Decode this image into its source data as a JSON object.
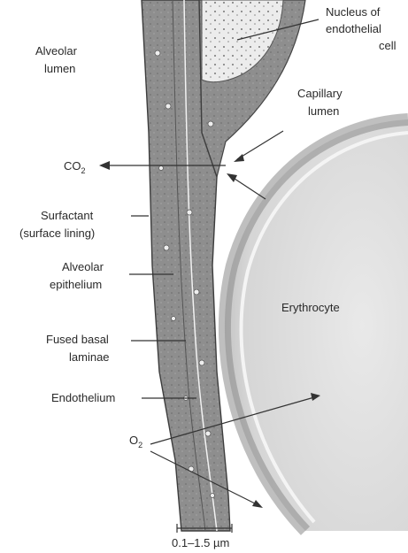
{
  "labels": {
    "alveolar_lumen_1": "Alveolar",
    "alveolar_lumen_2": "lumen",
    "nucleus_1": "Nucleus of",
    "nucleus_2": "endothelial",
    "nucleus_3": "cell",
    "capillary_lumen_1": "Capillary",
    "capillary_lumen_2": "lumen",
    "co2": "CO",
    "co2_sub": "2",
    "surfactant_1": "Surfactant",
    "surfactant_2": "(surface lining)",
    "alveolar_epithelium_1": "Alveolar",
    "alveolar_epithelium_2": "epithelium",
    "erythrocyte": "Erythrocyte",
    "fused_basal_1": "Fused basal",
    "fused_basal_2": "laminae",
    "endothelium": "Endothelium",
    "o2": "O",
    "o2_sub": "2",
    "scale": "0.1–1.5 µm"
  },
  "colors": {
    "membrane": "#8c8c8c",
    "membrane_dark": "#5a5a5a",
    "nucleus": "#e4e4e4",
    "erythrocyte_rim": "#9a9a9a",
    "erythrocyte_fill": "#dcdcdc"
  }
}
